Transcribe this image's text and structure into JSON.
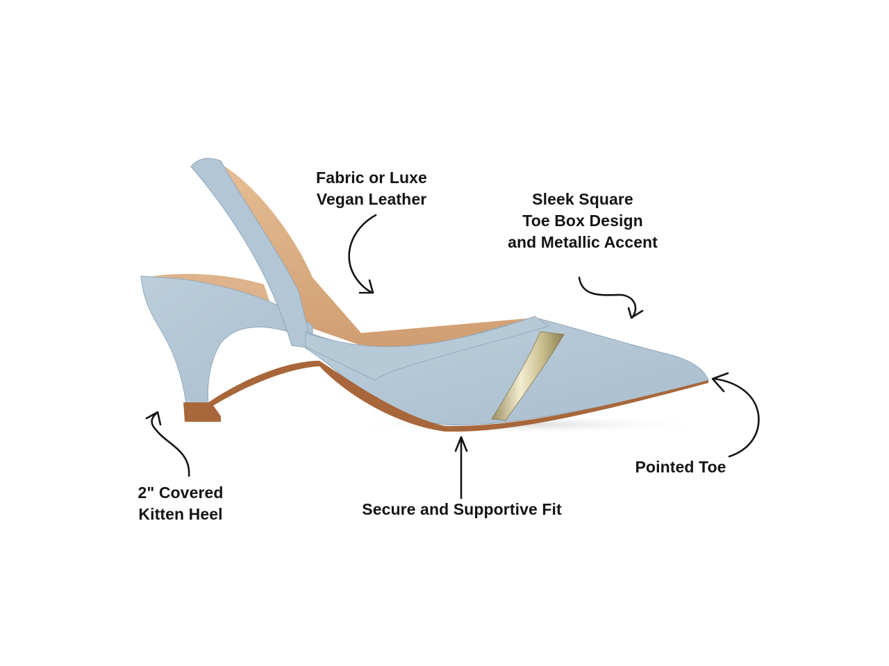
{
  "product": {
    "type": "slingback kitten heel pump",
    "colors": {
      "upper_denim": "#b8cad9",
      "upper_shadow": "#9fb4c6",
      "lining_tan": "#d9a97f",
      "sole_brown": "#a8673a",
      "metallic_accent": "#d8cfa8",
      "background": "#ffffff",
      "annotation_ink": "#141414"
    }
  },
  "callouts": {
    "material": {
      "lines": [
        "Fabric or Luxe",
        "Vegan Leather"
      ],
      "icon": "curved-arrow-icon"
    },
    "toe_box": {
      "lines": [
        "Sleek Square",
        "Toe Box Design",
        "and Metallic Accent"
      ],
      "icon": "curved-arrow-icon"
    },
    "heel": {
      "lines": [
        "2\" Covered",
        "Kitten Heel"
      ],
      "icon": "curved-arrow-icon"
    },
    "fit": {
      "lines": [
        "Secure and Supportive Fit"
      ],
      "icon": "straight-arrow-up-icon"
    },
    "toe": {
      "lines": [
        "Pointed Toe"
      ],
      "icon": "curved-arrow-icon"
    }
  }
}
